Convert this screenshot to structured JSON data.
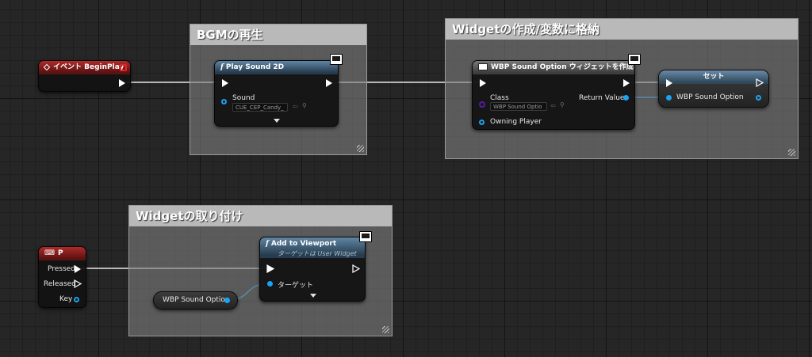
{
  "comments": {
    "bgm": {
      "title": "BGMの再生"
    },
    "widget_create": {
      "title": "Widgetの作成/変数に格納"
    },
    "widget_attach": {
      "title": "Widgetの取り付け"
    }
  },
  "nodes": {
    "begin_play": {
      "title": "イベント BeginPlay"
    },
    "play_sound": {
      "title": "Play Sound 2D",
      "sound_pin": "Sound",
      "sound_value": "CUE_CEP_Candy_"
    },
    "create_widget": {
      "title": "WBP Sound Option ウィジェットを作成",
      "class_pin": "Class",
      "class_value": "WBP Sound Optio",
      "return_pin": "Return Value",
      "owning_pin": "Owning Player"
    },
    "set_var": {
      "title": "セット",
      "var_pin": "WBP Sound Option"
    },
    "key_p": {
      "title": "P",
      "pressed": "Pressed",
      "released": "Released",
      "key": "Key"
    },
    "add_viewport": {
      "title": "Add to Viewport",
      "subtitle": "ターゲットは User Widget",
      "target_pin": "ターゲット"
    },
    "get_var": {
      "label": "WBP Sound Option"
    }
  },
  "colors": {
    "exec": "#ffffff",
    "object_pin": "#1aa3f2",
    "class_pin": "#5a1aa0",
    "event_header": "#b22a2a",
    "function_header": "#5f86a6"
  },
  "icons": {
    "event": "diamond-icon",
    "function": "function-icon",
    "target": "monitor-icon",
    "keyboard": "keyboard-icon"
  }
}
